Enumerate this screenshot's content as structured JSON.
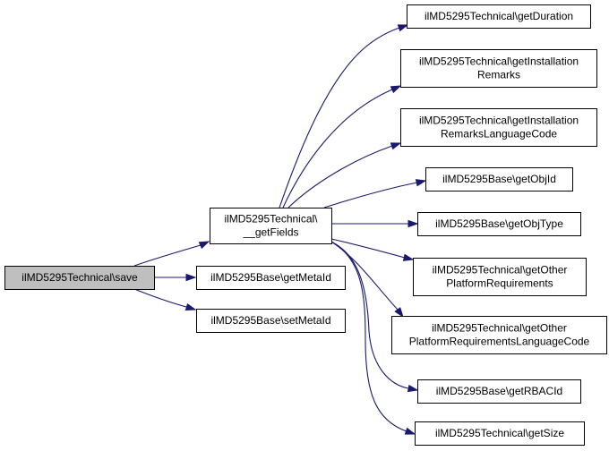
{
  "diagram": {
    "nodes": [
      {
        "id": "save",
        "lines": [
          "ilMD5295Technical\\save"
        ],
        "root": true
      },
      {
        "id": "getFields",
        "lines": [
          "ilMD5295Technical\\",
          "__getFields"
        ]
      },
      {
        "id": "getMetaId",
        "lines": [
          "ilMD5295Base\\getMetaId"
        ]
      },
      {
        "id": "setMetaId",
        "lines": [
          "ilMD5295Base\\setMetaId"
        ]
      },
      {
        "id": "getDuration",
        "lines": [
          "ilMD5295Technical\\getDuration"
        ]
      },
      {
        "id": "getInstallationRemarks",
        "lines": [
          "ilMD5295Technical\\getInstallation",
          "Remarks"
        ]
      },
      {
        "id": "getInstallationRemarksLanguageCode",
        "lines": [
          "ilMD5295Technical\\getInstallation",
          "RemarksLanguageCode"
        ]
      },
      {
        "id": "getObjId",
        "lines": [
          "ilMD5295Base\\getObjId"
        ]
      },
      {
        "id": "getObjType",
        "lines": [
          "ilMD5295Base\\getObjType"
        ]
      },
      {
        "id": "getOtherPlatformRequirements",
        "lines": [
          "ilMD5295Technical\\getOther",
          "PlatformRequirements"
        ]
      },
      {
        "id": "getOtherPlatformRequirementsLanguageCode",
        "lines": [
          "ilMD5295Technical\\getOther",
          "PlatformRequirementsLanguageCode"
        ]
      },
      {
        "id": "getRBACId",
        "lines": [
          "ilMD5295Base\\getRBACId"
        ]
      },
      {
        "id": "getSize",
        "lines": [
          "ilMD5295Technical\\getSize"
        ]
      }
    ],
    "edges": [
      {
        "from": "save",
        "to": "getFields"
      },
      {
        "from": "save",
        "to": "getMetaId"
      },
      {
        "from": "save",
        "to": "setMetaId"
      },
      {
        "from": "getFields",
        "to": "getDuration"
      },
      {
        "from": "getFields",
        "to": "getInstallationRemarks"
      },
      {
        "from": "getFields",
        "to": "getInstallationRemarksLanguageCode"
      },
      {
        "from": "getFields",
        "to": "getObjId"
      },
      {
        "from": "getFields",
        "to": "getObjType"
      },
      {
        "from": "getFields",
        "to": "getOtherPlatformRequirements"
      },
      {
        "from": "getFields",
        "to": "getOtherPlatformRequirementsLanguageCode"
      },
      {
        "from": "getFields",
        "to": "getRBACId"
      },
      {
        "from": "getFields",
        "to": "getSize"
      }
    ]
  }
}
